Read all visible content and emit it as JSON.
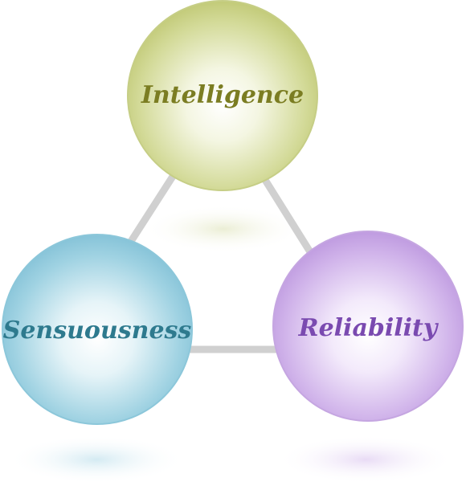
{
  "diagram": {
    "nodes": [
      {
        "id": "top",
        "label": "Intelligence",
        "color": "#c9d17f",
        "text_color": "#7b7d22"
      },
      {
        "id": "left",
        "label": "Sensuousness",
        "color": "#8cc9dc",
        "text_color": "#2e7a8e"
      },
      {
        "id": "right",
        "label": "Reliability",
        "color": "#c6a3e2",
        "text_color": "#7a4ab0"
      }
    ],
    "connector_color": "#c8c8c8"
  }
}
